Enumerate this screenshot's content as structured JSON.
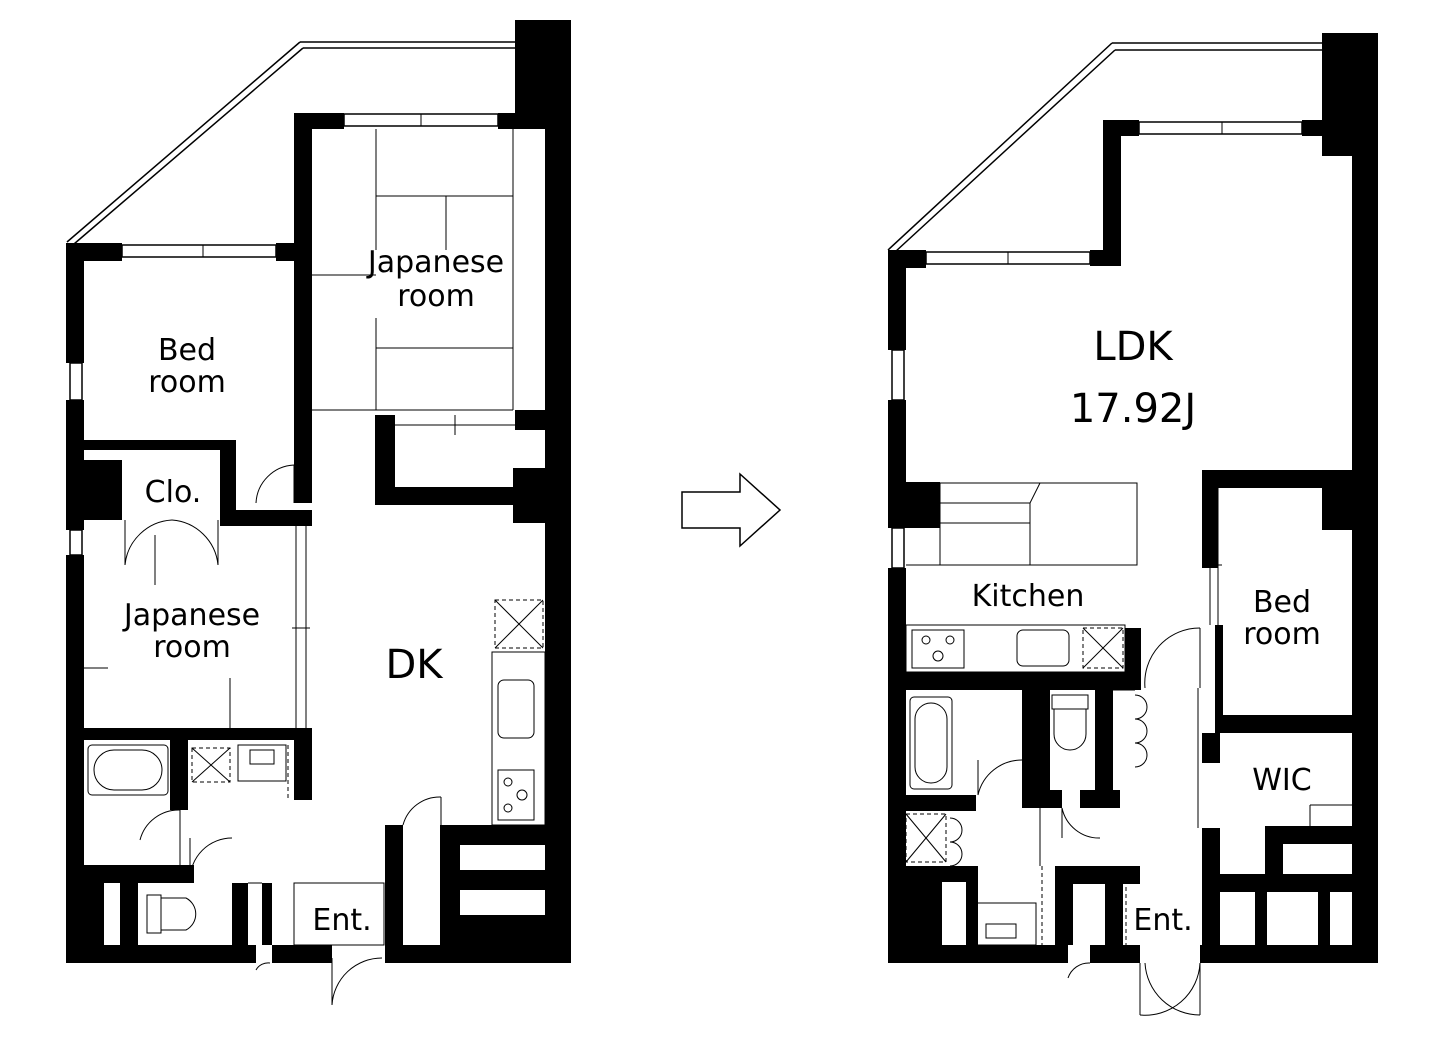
{
  "before_plan": {
    "rooms": {
      "japanese_room_top": [
        "Japanese",
        "room"
      ],
      "bed_room": [
        "Bed",
        "room"
      ],
      "closet": "Clo.",
      "japanese_room_bottom": [
        "Japanese",
        "room"
      ],
      "dk": "DK",
      "entrance": "Ent."
    }
  },
  "after_plan": {
    "rooms": {
      "ldk": "LDK",
      "ldk_area": "17.92J",
      "kitchen": "Kitchen",
      "bed_room": [
        "Bed",
        "room"
      ],
      "wic": "WIC",
      "entrance": "Ent."
    }
  },
  "icons": {
    "renovation_arrow": "right-arrow-outline-icon"
  },
  "colors": {
    "wall": "#000000",
    "background": "#ffffff"
  }
}
